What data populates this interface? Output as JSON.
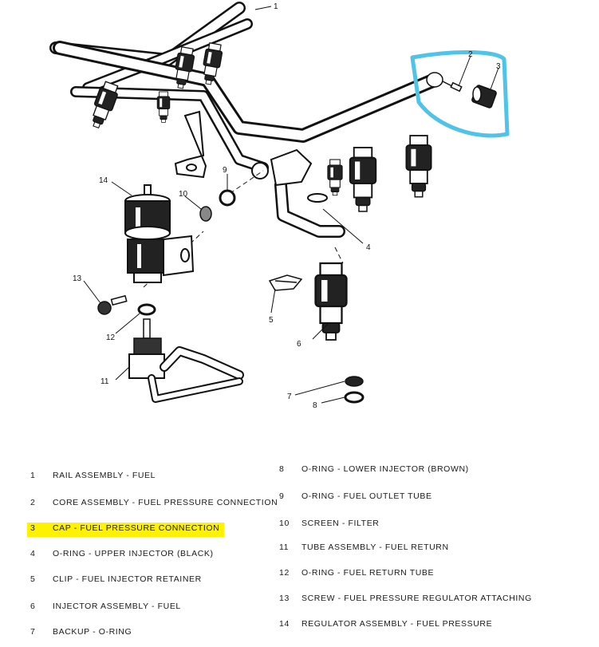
{
  "diagram": {
    "callout_numbers": [
      "1",
      "2",
      "3",
      "4",
      "5",
      "6",
      "7",
      "8",
      "9",
      "10",
      "11",
      "12",
      "13",
      "14"
    ],
    "highlight_color": "#4fc3e8"
  },
  "legend": {
    "left": [
      {
        "num": "1",
        "text": "RAIL ASSEMBLY - FUEL",
        "highlighted": false
      },
      {
        "num": "2",
        "text": "CORE ASSEMBLY - FUEL PRESSURE CONNECTION",
        "highlighted": false
      },
      {
        "num": "3",
        "text": "CAP - FUEL PRESSURE CONNECTION",
        "highlighted": true
      },
      {
        "num": "4",
        "text": "O-RING - UPPER INJECTOR (BLACK)",
        "highlighted": false
      },
      {
        "num": "5",
        "text": "CLIP - FUEL INJECTOR RETAINER",
        "highlighted": false
      },
      {
        "num": "6",
        "text": "INJECTOR ASSEMBLY - FUEL",
        "highlighted": false
      },
      {
        "num": "7",
        "text": "BACKUP - O-RING",
        "highlighted": false
      }
    ],
    "right": [
      {
        "num": "8",
        "text": "O-RING - LOWER INJECTOR (BROWN)",
        "highlighted": false
      },
      {
        "num": "9",
        "text": "O-RING - FUEL OUTLET TUBE",
        "highlighted": false
      },
      {
        "num": "10",
        "text": "SCREEN - FILTER",
        "highlighted": false
      },
      {
        "num": "11",
        "text": "TUBE ASSEMBLY - FUEL RETURN",
        "highlighted": false
      },
      {
        "num": "12",
        "text": "O-RING - FUEL RETURN TUBE",
        "highlighted": false
      },
      {
        "num": "13",
        "text": "SCREW - FUEL PRESSURE REGULATOR ATTACHING",
        "highlighted": false
      },
      {
        "num": "14",
        "text": "REGULATOR ASSEMBLY - FUEL PRESSURE",
        "highlighted": false
      }
    ],
    "highlight_fill": "#fff200"
  }
}
